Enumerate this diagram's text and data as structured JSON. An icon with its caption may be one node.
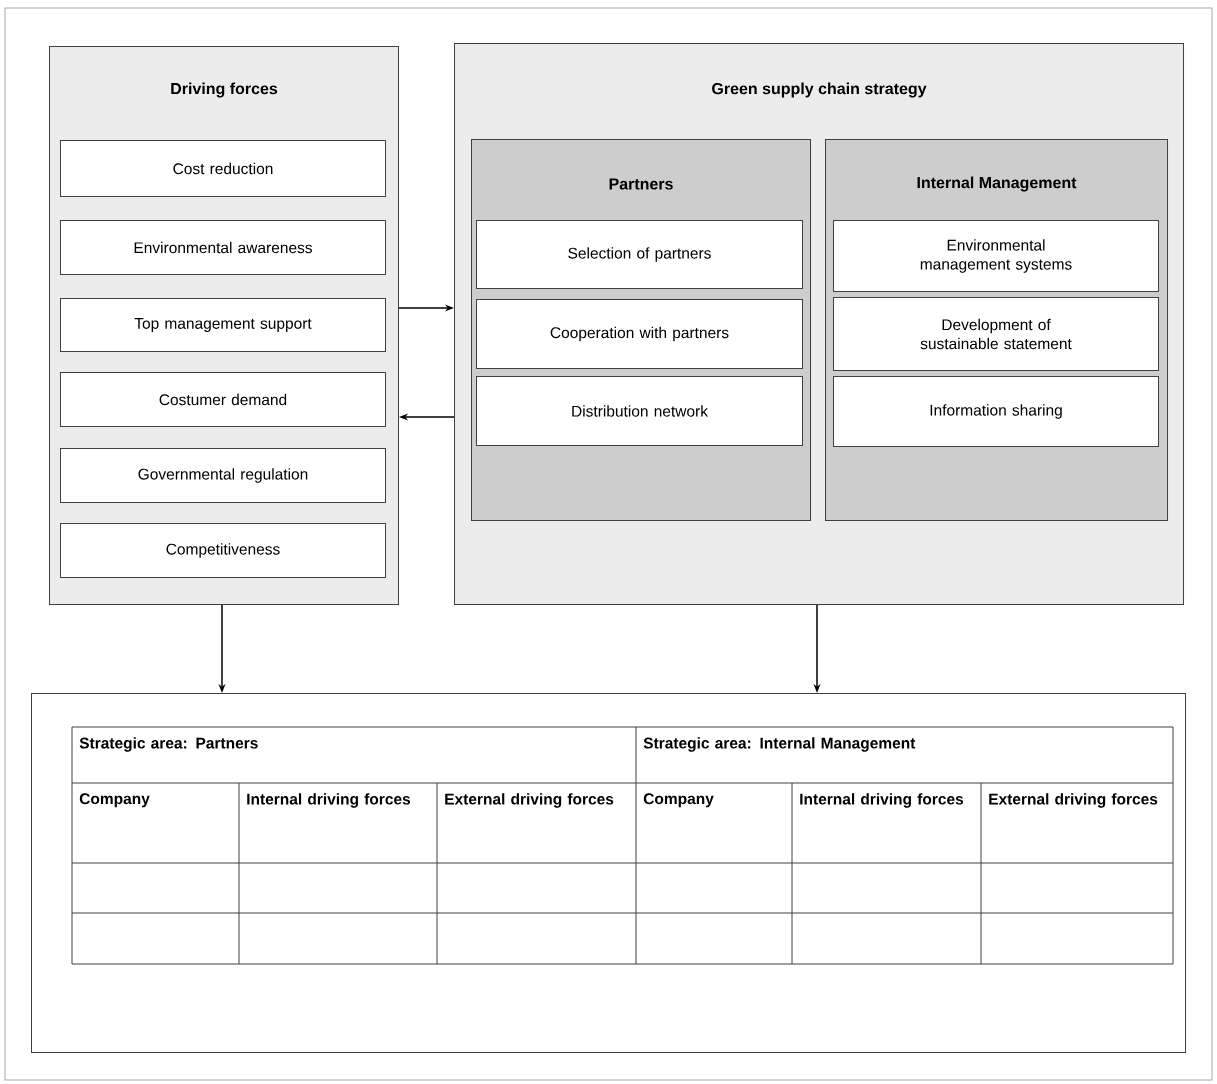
{
  "diagram": {
    "nodes": [
      {
        "text": [
          "Driving forces"
        ]
      },
      {
        "text": [
          "Cost reduction"
        ],
        "in": 0
      },
      {
        "text": [
          "Environmental awareness"
        ],
        "in": 0
      },
      {
        "text": [
          "Top management support"
        ],
        "in": 0
      },
      {
        "text": [
          "Costumer demand"
        ],
        "in": 0
      },
      {
        "text": [
          "Governmental regulation"
        ],
        "in": 0
      },
      {
        "text": [
          "Competitiveness"
        ],
        "in": 0
      },
      {
        "text": [
          "Green supply chain strategy"
        ]
      },
      {
        "text": [
          "Partners"
        ],
        "in": 7
      },
      {
        "text": [
          "Selection of partners"
        ],
        "in": 8
      },
      {
        "text": [
          "Cooperation with partners"
        ],
        "in": 8
      },
      {
        "text": [
          "Distribution network"
        ],
        "in": 8
      },
      {
        "text": [
          "Internal Management"
        ],
        "in": 7
      },
      {
        "text": [
          "Environmental management systems"
        ],
        "in": 12
      },
      {
        "text": [
          "Development of sustainable statement"
        ],
        "in": 12
      },
      {
        "text": [
          "Information sharing"
        ],
        "in": 12
      },
      {
        "text": [],
        "shape": "box"
      }
    ],
    "edges": [
      {
        "from": 0,
        "to": 7,
        "arrow": "to"
      },
      {
        "from": 7,
        "to": 0,
        "arrow": "to"
      },
      {
        "from": 0,
        "to": 16,
        "arrow": "to"
      },
      {
        "from": 7,
        "to": 16,
        "arrow": "to"
      }
    ],
    "labels": [
      "Strategic area: Partners",
      "Strategic area: Internal Management",
      "Company",
      "Internal driving forces",
      "External driving forces",
      "Company",
      "Internal driving forces",
      "External driving forces"
    ]
  }
}
